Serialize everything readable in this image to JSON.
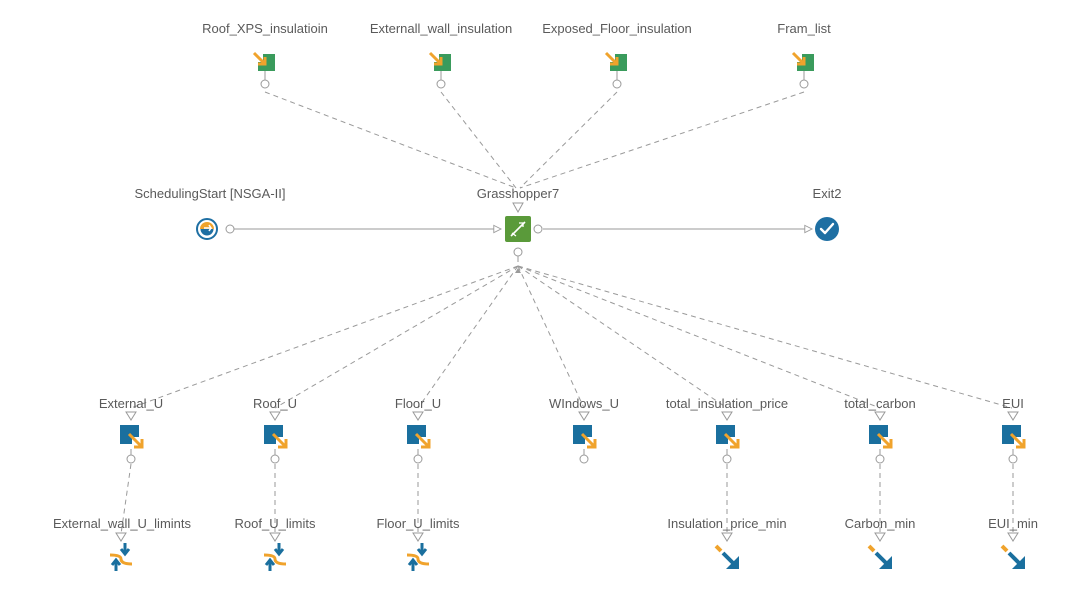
{
  "inputs": [
    {
      "id": "roof_xps",
      "label": "Roof_XPS_insulatioin"
    },
    {
      "id": "ext_wall",
      "label": "Externall_wall_insulation"
    },
    {
      "id": "exp_floor",
      "label": "Exposed_Floor_insulation"
    },
    {
      "id": "fram",
      "label": "Fram_list"
    }
  ],
  "flow": {
    "start": {
      "label": "SchedulingStart [NSGA-II]"
    },
    "center": {
      "label": "Grasshopper7"
    },
    "exit": {
      "label": "Exit2"
    }
  },
  "outputs": [
    {
      "id": "ext_u",
      "label": "External_U"
    },
    {
      "id": "roof_u",
      "label": "Roof_U"
    },
    {
      "id": "floor_u",
      "label": "Floor_U"
    },
    {
      "id": "win_u",
      "label": "WIndows_U"
    },
    {
      "id": "tip",
      "label": "total_insulation_price"
    },
    {
      "id": "tc",
      "label": "total_carbon"
    },
    {
      "id": "eui",
      "label": "EUI"
    }
  ],
  "constraints": [
    {
      "id": "ext_wall_lim",
      "label": "External_wall_U_limints"
    },
    {
      "id": "roof_lim",
      "label": "Roof_U_limits"
    },
    {
      "id": "floor_lim",
      "label": "Floor_U_limits"
    }
  ],
  "objectives": [
    {
      "id": "ins_min",
      "label": "Insulation_price_min"
    },
    {
      "id": "carbon_min",
      "label": "Carbon_min"
    },
    {
      "id": "eui_min",
      "label": "EUI_min"
    }
  ],
  "colors": {
    "green": "#3a9b5c",
    "grasshopper": "#5a9a3a",
    "blue": "#1a6f9e",
    "orange": "#f0a32c",
    "exit": "#1e6fa3",
    "line": "#9a9a9a"
  }
}
